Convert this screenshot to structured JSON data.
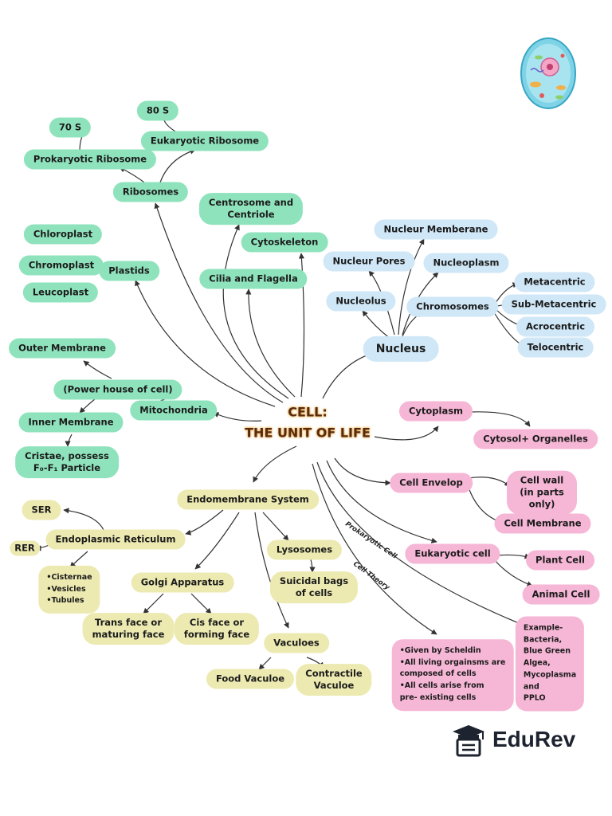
{
  "root": {
    "line1": "CELL:",
    "line2": "THE UNIT OF LIFE"
  },
  "nodes": {
    "s80": "80 S",
    "s70": "70 S",
    "eukaryotic_ribosome": "Eukaryotic Ribosome",
    "prokaryotic_ribosome": "Prokaryotic Ribosome",
    "ribosomes": "Ribosomes",
    "centrosome": "Centrosome and\nCentriole",
    "cytoskeleton": "Cytoskeleton",
    "cilia": "Cilia and Flagella",
    "chloroplast": "Chloroplast",
    "chromoplast": "Chromoplast",
    "leucoplast": "Leucoplast",
    "plastids": "Plastids",
    "outer_membrane": "Outer Membrane",
    "power_house": "(Power house of cell)",
    "mitochondria": "Mitochondria",
    "inner_membrane": "Inner Membrane",
    "cristae": "Cristae, possess\nF₀-F₁ Particle",
    "nuclear_membrane": "Nucleur Memberane",
    "nuclear_pores": "Nucleur Pores",
    "nucleoplasm": "Nucleoplasm",
    "nucleolus": "Nucleolus",
    "chromosomes": "Chromosomes",
    "metacentric": "Metacentric",
    "sub_metacentric": "Sub-Metacentric",
    "acrocentric": "Acrocentric",
    "telocentric": "Telocentric",
    "nucleus": "Nucleus",
    "cytoplasm": "Cytoplasm",
    "cytosol": "Cytosol+ Organelles",
    "cell_envelope": "Cell Envelop",
    "cell_wall": "Cell wall\n(in parts only)",
    "cell_membrane": "Cell Membrane",
    "eukaryotic_cell": "Eukaryotic cell",
    "plant_cell": "Plant Cell",
    "animal_cell": "Animal Cell",
    "endomembrane": "Endomembrane System",
    "ser": "SER",
    "rer": "RER",
    "er": "Endoplasmic Reticulum",
    "er_parts": "•Cisternae\n•Vesicles\n•Tubules",
    "golgi": "Golgi Apparatus",
    "trans_face": "Trans face or\nmaturing face",
    "cis_face": "Cis face or\nforming face",
    "lysosomes": "Lysosomes",
    "suicidal": "Suicidal bags\nof cells",
    "vacuoles": "Vaculoes",
    "food_vacuole": "Food Vaculoe",
    "contractile": "Contractile\nVaculoe",
    "cell_theory": "•Given by Scheldin\n•All living orgainsms are\ncomposed of cells\n•All cells arise from\npre- existing cells",
    "prokaryotic_example": "Example- Bacteria,\nBlue Green Algea,\nMycoplasma and\nPPLO"
  },
  "branch_labels": {
    "prokaryotic_cell": "Prokaryotic Cell",
    "cell_theory": "Cell Theory"
  },
  "brand": {
    "name": "EduRev"
  },
  "colors": {
    "green": "#8fe3bc",
    "blue": "#cfe7f7",
    "pink": "#f6b6d6",
    "yellow": "#eceab1",
    "arrow": "#333333",
    "root_text": "#5a2a10"
  }
}
